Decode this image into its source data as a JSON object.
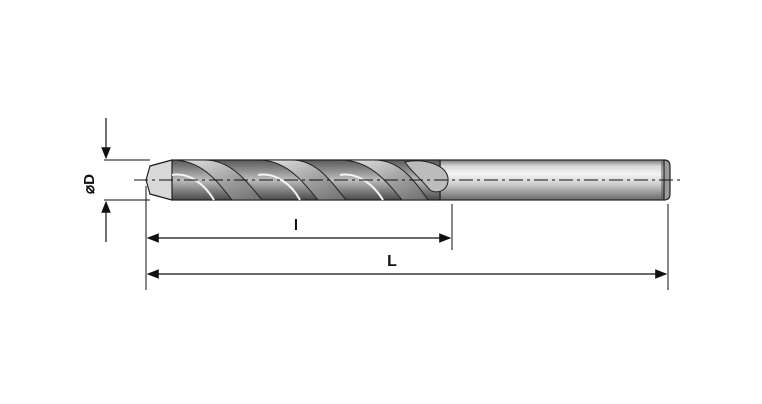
{
  "dimensions": {
    "diameter": {
      "symbol": "⌀",
      "label": "D"
    },
    "flute_length": {
      "label": "l"
    },
    "overall_length": {
      "label": "L"
    }
  },
  "colors": {
    "line": "#111111",
    "shank_light": "#f2f2f2",
    "shank_mid": "#bdbdbd",
    "shank_dark": "#6f6f6f",
    "flute_dark": "#3f3f3f"
  }
}
